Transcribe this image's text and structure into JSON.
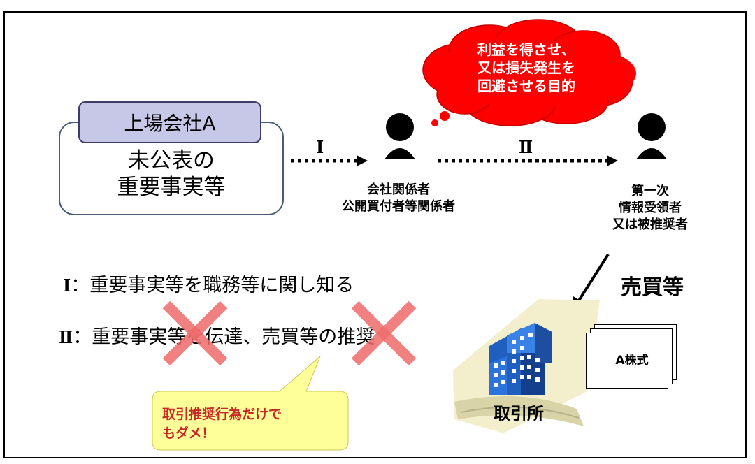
{
  "company": {
    "label": "上場会社A",
    "fact_line1": "未公表の",
    "fact_line2": "重要事実等"
  },
  "motive": {
    "line1": "利益を得させ、",
    "line2": "又は損失発生を",
    "line3": "回避させる目的"
  },
  "arrow1_label": "Ⅰ",
  "arrow2_label": "Ⅱ",
  "insider": {
    "line1": "会社関係者",
    "line2": "公開買付者等関係者"
  },
  "recipient": {
    "line1": "第一次",
    "line2": "情報受領者",
    "line3": "又は被推奨者"
  },
  "buy_label": "売買等",
  "desc1": {
    "numeral": "Ⅰ",
    "text": "重要事実等を職務等に関し知る"
  },
  "desc2": {
    "numeral": "Ⅱ",
    "text": "重要事実等を伝達、売買等の推奨"
  },
  "callout": {
    "line1": "取引推奨行為だけで",
    "line2": "もダメ！"
  },
  "shares_label": "A株式",
  "exchange_label": "取引所",
  "colors": {
    "bubble_red": "#ff0000",
    "cross": "#ee6b6b",
    "callout_fill": "#ffff99",
    "callout_text": "#c62828",
    "company_label_fill": "#c7c7e8",
    "building": "#2a6fd4"
  }
}
